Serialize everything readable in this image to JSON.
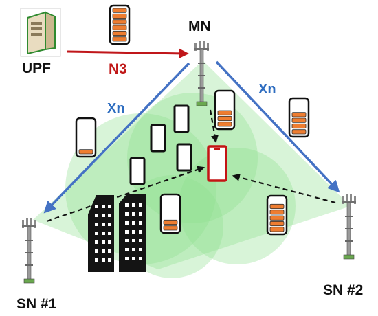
{
  "labels": {
    "upf": "UPF",
    "mn": "MN",
    "sn1": "SN #1",
    "sn2": "SN #2",
    "n3": "N3",
    "xn_left": "Xn",
    "xn_right": "Xn"
  },
  "buffers": [
    {
      "name": "buffer-upf",
      "filled_slots": 6,
      "total_slots": 6
    },
    {
      "name": "buffer-mn",
      "filled_slots": 3,
      "total_slots": 6
    },
    {
      "name": "buffer-mn-sn2-link",
      "filled_slots": 4,
      "total_slots": 6
    },
    {
      "name": "buffer-mn-sn1-link",
      "filled_slots": 1,
      "total_slots": 6
    },
    {
      "name": "buffer-sn1",
      "filled_slots": 2,
      "total_slots": 6
    },
    {
      "name": "buffer-sn2",
      "filled_slots": 5,
      "total_slots": 6
    }
  ],
  "colors": {
    "coverage_fill": "#8fe08f",
    "xn_link": "#4472c4",
    "n3_link": "#c0161a",
    "buffer_fill": "#ee7d31",
    "target_ue": "#c41414",
    "ue": "#111111",
    "dashed_link": "#111111"
  }
}
